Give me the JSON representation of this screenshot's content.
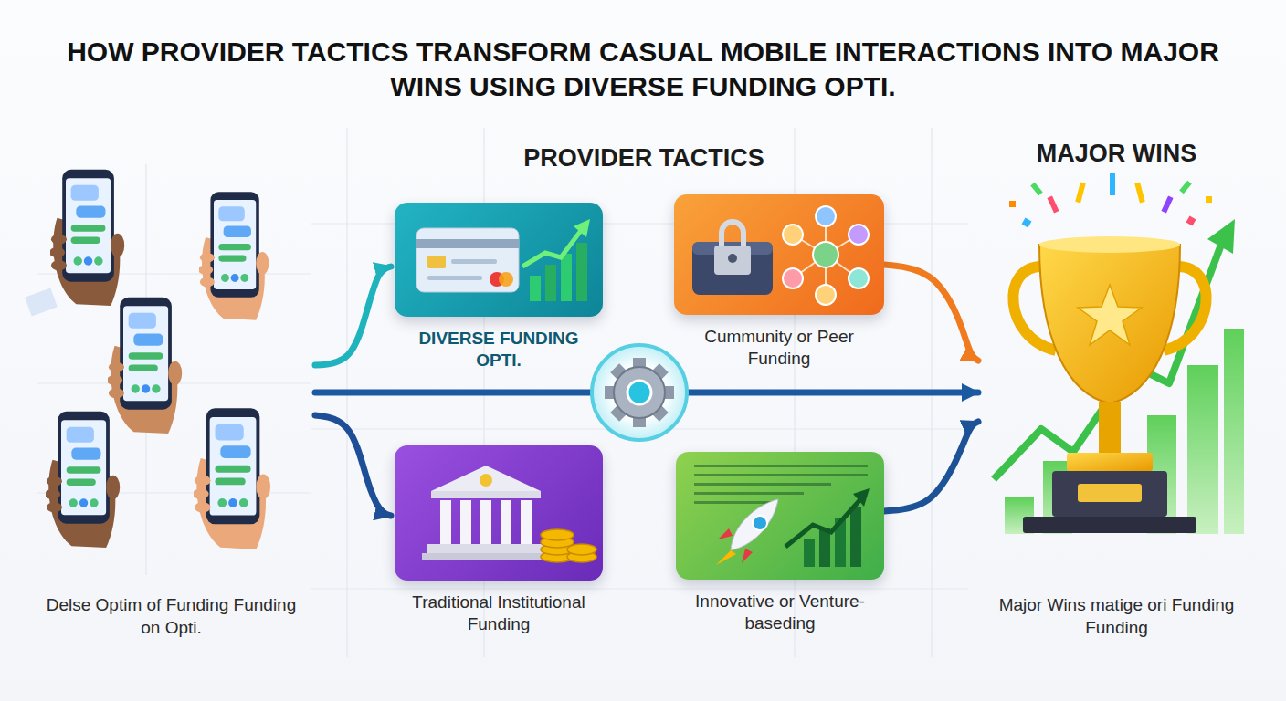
{
  "diagram": {
    "title": "HOW PROVIDER TACTICS TRANSFORM CASUAL MOBILE INTERACTIONS INTO MAJOR WINS USING DIVERSE FUNDING OPTI.",
    "nodes": [
      {
        "text": [
          "Delse Optim of Funding Funding on Opti."
        ]
      },
      {
        "text": [
          "DIVERSE FUNDING OPTI."
        ]
      },
      {
        "text": [
          "Cummunity or Peer Funding"
        ]
      },
      {
        "text": [
          "Traditional Institutional Funding"
        ]
      },
      {
        "text": [
          "Innovative or Venture-baseding"
        ]
      },
      {
        "text": [
          "MAJOR WINS",
          "Major Wins matige ori Funding Funding"
        ]
      }
    ],
    "edges": [
      {
        "from": 0,
        "to": 1,
        "arrow": "to"
      },
      {
        "from": 0,
        "to": 3,
        "arrow": "to"
      },
      {
        "from": 0,
        "to": 5,
        "arrow": "to"
      },
      {
        "from": 2,
        "to": 5,
        "arrow": "to"
      },
      {
        "from": 4,
        "to": 5,
        "arrow": "to"
      }
    ],
    "labels": [
      "PROVIDER TACTICS"
    ]
  }
}
